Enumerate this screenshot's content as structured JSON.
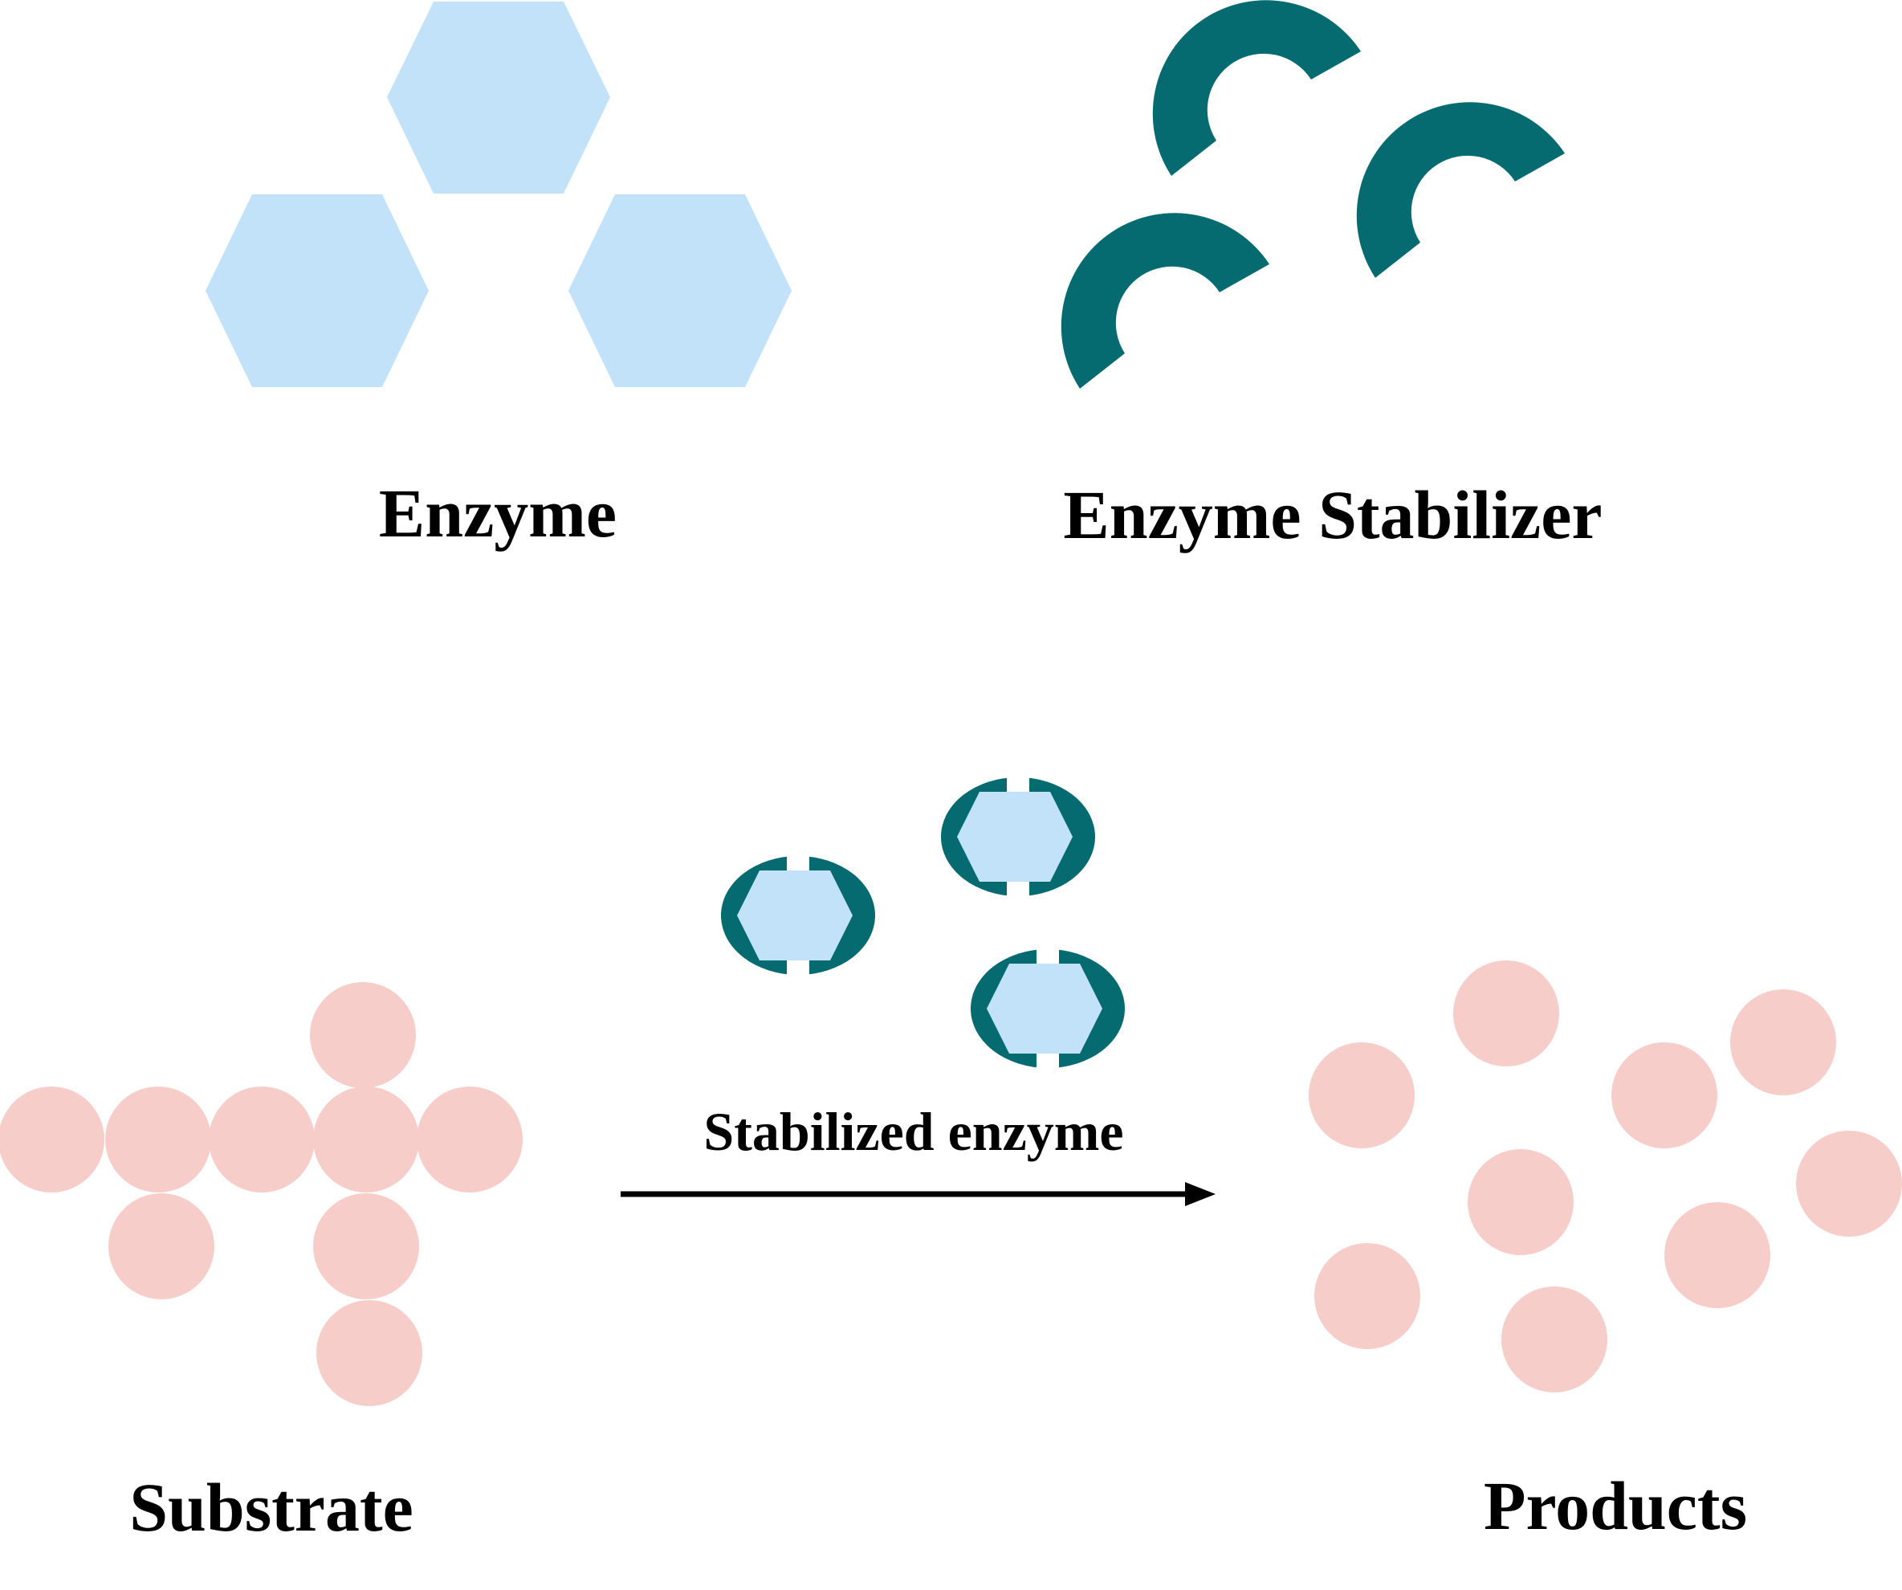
{
  "labels": {
    "enzyme": "Enzyme",
    "enzyme_stabilizer": "Enzyme Stabilizer",
    "substrate": "Substrate",
    "products": "Products",
    "arrow_label": "Stabilized enzyme"
  },
  "colors": {
    "enzyme": "#c1e2f9",
    "stabilizer": "#056b70",
    "substrate": "#f7cdc9",
    "arrow": "#000000",
    "background": "#ffffff"
  },
  "icons": {
    "enzyme": "hexagon",
    "stabilizer": "c-shaped-arc",
    "stabilized_enzyme": "hexagon-in-split-ellipse",
    "substrate": "circle",
    "product": "circle"
  }
}
